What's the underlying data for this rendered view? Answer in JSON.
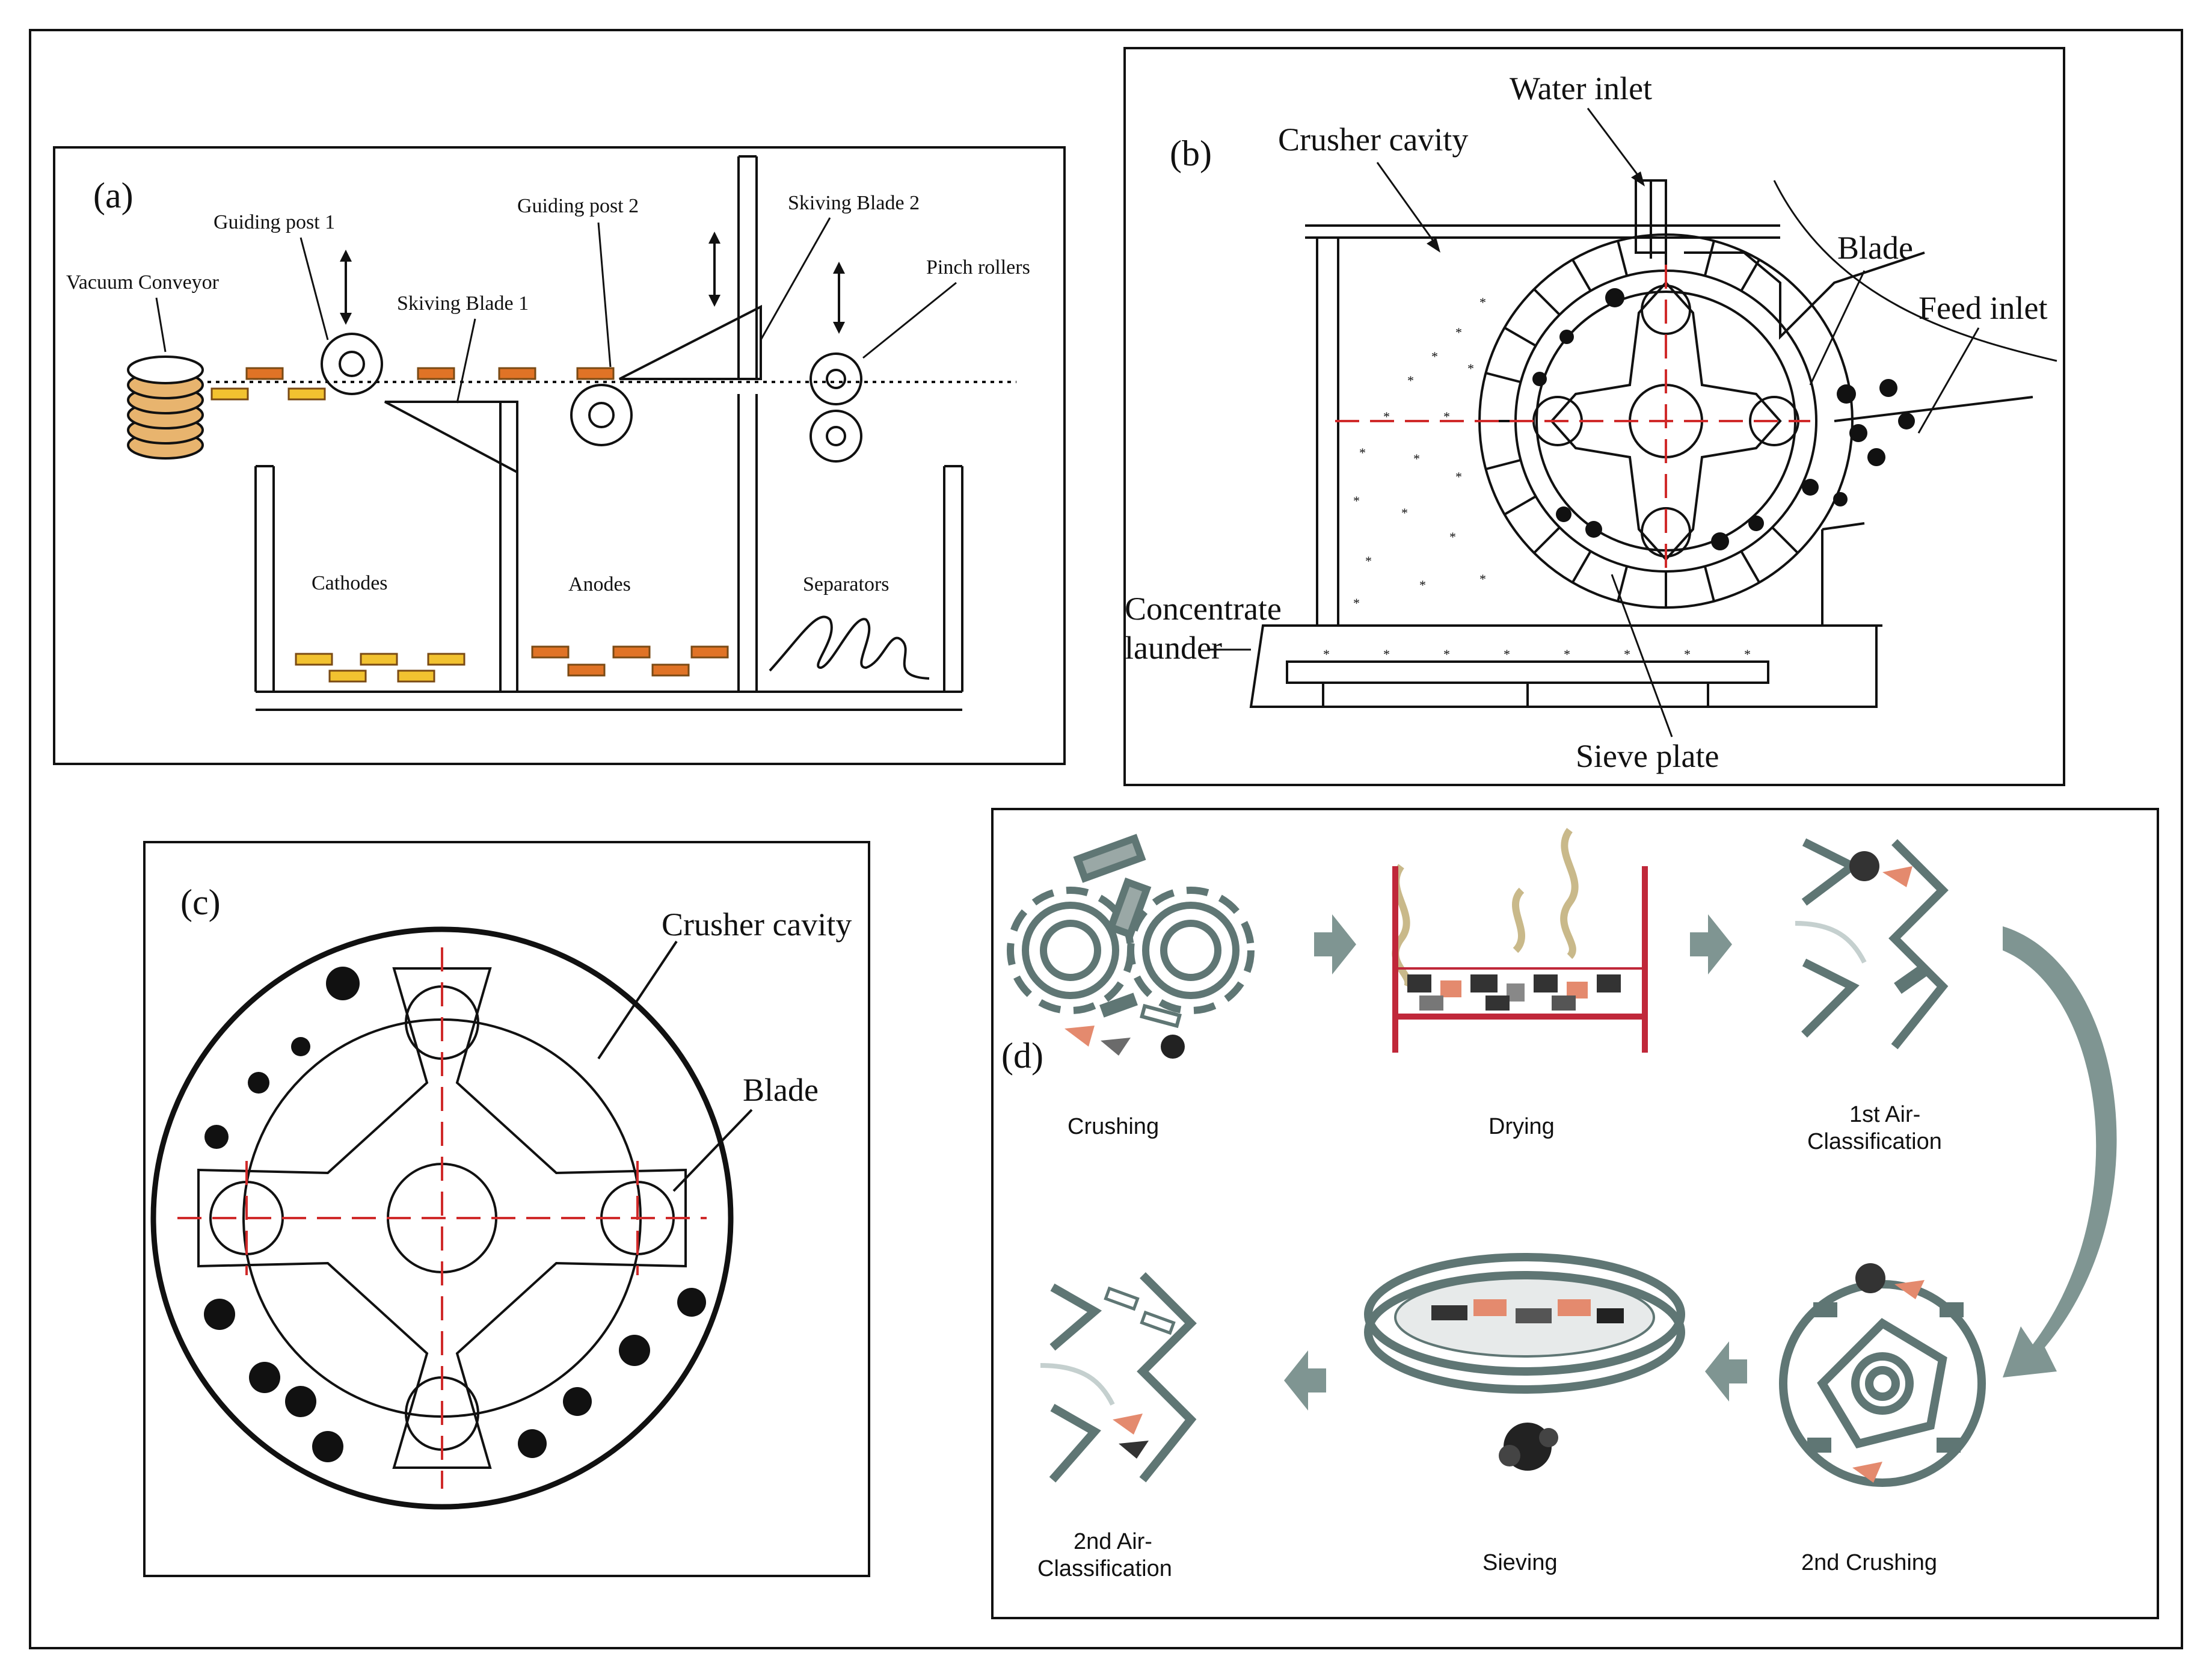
{
  "panel_a": {
    "label": "(a)",
    "vacuum_conveyor": "Vacuum Conveyor",
    "guiding_post_1": "Guiding post 1",
    "guiding_post_2": "Guiding post 2",
    "skiving_blade_1": "Skiving Blade 1",
    "skiving_blade_2": "Skiving Blade 2",
    "pinch_rollers": "Pinch rollers",
    "cathodes": "Cathodes",
    "anodes": "Anodes",
    "separators": "Separators",
    "colors": {
      "cathode": "#f2c230",
      "anode": "#e07326",
      "electrode_edge": "#7a4a14"
    }
  },
  "panel_b": {
    "label": "(b)",
    "water_inlet": "Water inlet",
    "crusher_cavity": "Crusher cavity",
    "blade": "Blade",
    "feed_inlet": "Feed inlet",
    "concentrate_line1": "Concentrate",
    "concentrate_line2": "launder",
    "sieve_plate": "Sieve plate",
    "colors": {
      "axis": "#d02a2a"
    }
  },
  "panel_c": {
    "label": "(c)",
    "crusher_cavity": "Crusher cavity",
    "blade": "Blade"
  },
  "panel_d": {
    "label": "(d)",
    "crushing": "Crushing",
    "drying": "Drying",
    "air1_line1": "1st Air-",
    "air1_line2": "Classification",
    "crushing2": "2nd Crushing",
    "sieving": "Sieving",
    "air2_line1": "2nd Air-",
    "air2_line2": "Classification",
    "colors": {
      "process_gray": "#5f7674",
      "arrow_gray": "#7f9592",
      "dryer_red": "#c0283a",
      "particle_pink": "#e48a6e"
    }
  }
}
